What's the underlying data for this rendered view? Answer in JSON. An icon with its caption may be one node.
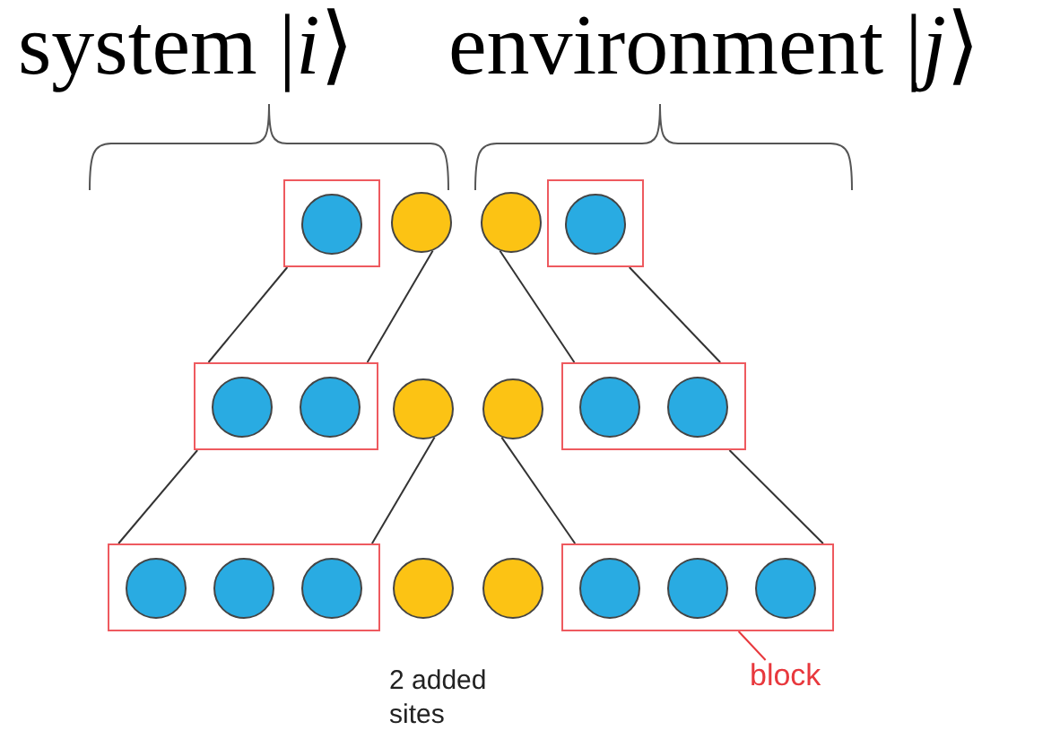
{
  "diagram": {
    "nodes": [
      {
        "text": [],
        "shape": "box"
      },
      {
        "text": [],
        "shape": "circle",
        "in": 0
      },
      {
        "text": [],
        "shape": "circle"
      },
      {
        "text": [],
        "shape": "circle"
      },
      {
        "text": [],
        "shape": "box"
      },
      {
        "text": [],
        "shape": "circle",
        "in": 4
      },
      {
        "text": [],
        "shape": "box"
      },
      {
        "text": [],
        "shape": "circle",
        "in": 6
      },
      {
        "text": [],
        "shape": "circle",
        "in": 6
      },
      {
        "text": [],
        "shape": "circle"
      },
      {
        "text": [],
        "shape": "circle"
      },
      {
        "text": [],
        "shape": "box"
      },
      {
        "text": [],
        "shape": "circle",
        "in": 11
      },
      {
        "text": [],
        "shape": "circle",
        "in": 11
      },
      {
        "text": [],
        "shape": "box"
      },
      {
        "text": [],
        "shape": "circle",
        "in": 14
      },
      {
        "text": [],
        "shape": "circle",
        "in": 14
      },
      {
        "text": [],
        "shape": "circle",
        "in": 14
      },
      {
        "text": [],
        "shape": "circle"
      },
      {
        "text": [],
        "shape": "circle"
      },
      {
        "text": [],
        "shape": "box"
      },
      {
        "text": [],
        "shape": "circle",
        "in": 20
      },
      {
        "text": [],
        "shape": "circle",
        "in": 20
      },
      {
        "text": [],
        "shape": "circle",
        "in": 20
      },
      {
        "text": [
          "block"
        ]
      }
    ],
    "edges": [
      {
        "from": 0,
        "to": 6,
        "arrow": "none"
      },
      {
        "from": 2,
        "to": 6,
        "arrow": "none"
      },
      {
        "from": 3,
        "to": 11,
        "arrow": "none"
      },
      {
        "from": 4,
        "to": 11,
        "arrow": "none"
      },
      {
        "from": 6,
        "to": 14,
        "arrow": "none"
      },
      {
        "from": 9,
        "to": 14,
        "arrow": "none"
      },
      {
        "from": 10,
        "to": 20,
        "arrow": "none"
      },
      {
        "from": 11,
        "to": 20,
        "arrow": "none"
      },
      {
        "from": 24,
        "to": 20,
        "arrow": "none",
        "color": "#e8383d"
      }
    ],
    "labels": [
      "system |*i*⟩",
      "environment |*j*⟩",
      "2 added sites"
    ]
  }
}
